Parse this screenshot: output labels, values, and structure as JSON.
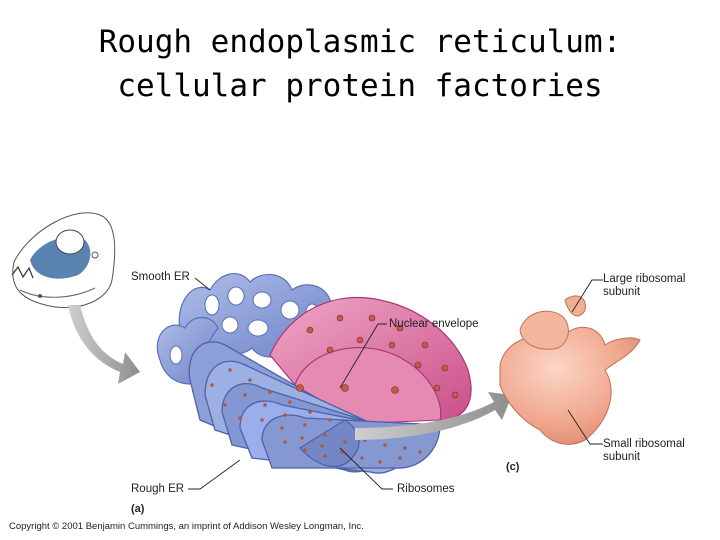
{
  "title": {
    "line1": "Rough endoplasmic reticulum:",
    "line2": "cellular protein factories"
  },
  "labels": {
    "smooth_er": "Smooth ER",
    "nuclear_envelope": "Nuclear envelope",
    "rough_er": "Rough ER",
    "ribosomes": "Ribosomes",
    "large_subunit_1": "Large ribosomal",
    "large_subunit_2": "subunit",
    "small_subunit_1": "Small ribosomal",
    "small_subunit_2": "subunit",
    "panel_a": "(a)",
    "panel_c": "(c)"
  },
  "copyright": "Copyright © 2001 Benjamin Cummings, an imprint of Addison Wesley Longman, Inc.",
  "colors": {
    "er_blue": "#8fa3db",
    "er_dark": "#5a6fb5",
    "nucleus_pink": "#d9669a",
    "ribosome": "#b0604a",
    "ribosome_subunit": "#f0a98f",
    "arrow_gray": "#9a9a9a"
  }
}
